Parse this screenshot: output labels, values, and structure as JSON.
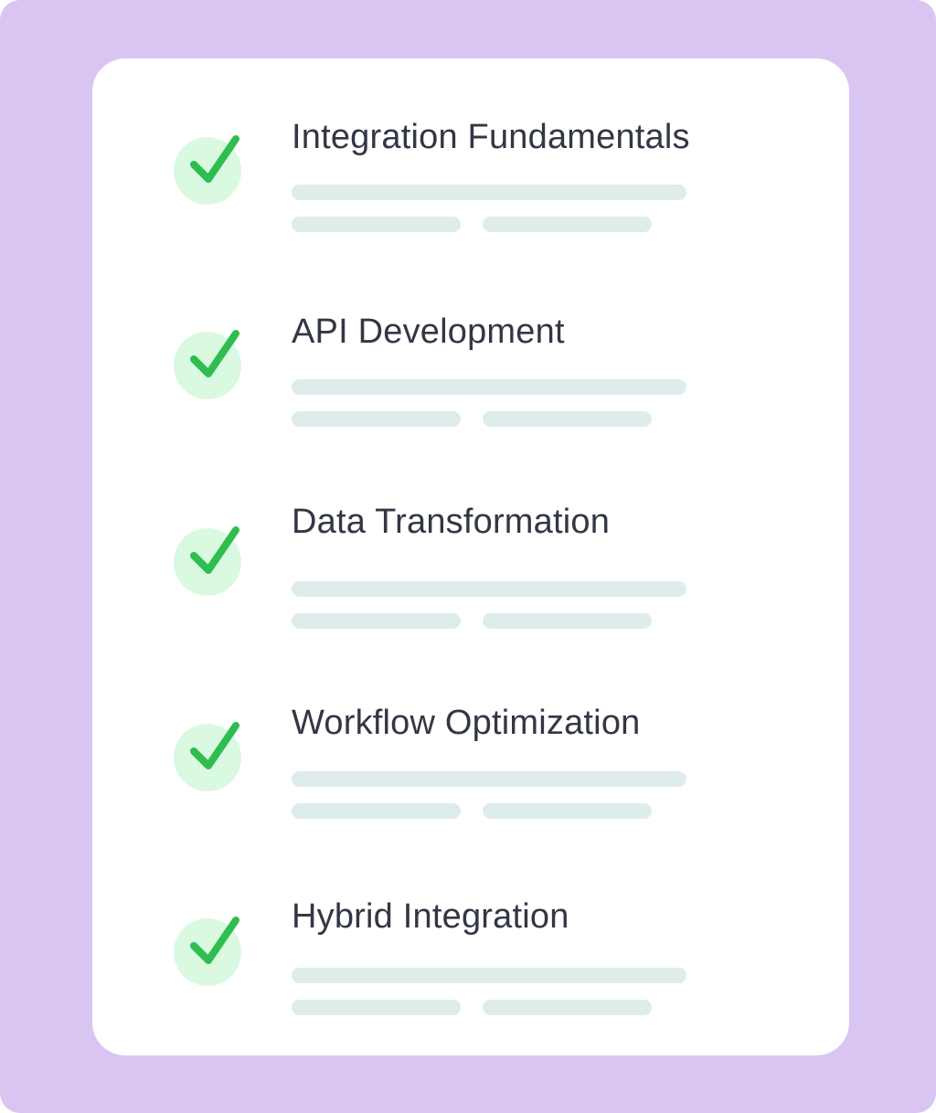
{
  "colors": {
    "frame": "#d9c5f2",
    "card": "#ffffff",
    "check_circle": "#d9f9e1",
    "check_mark": "#2ebd4e",
    "title_text": "#333645",
    "placeholder_bar": "#dfecec"
  },
  "items": [
    {
      "title": "Integration Fundamentals",
      "icon": "checkmark-icon"
    },
    {
      "title": "API Development",
      "icon": "checkmark-icon"
    },
    {
      "title": "Data Transformation",
      "icon": "checkmark-icon"
    },
    {
      "title": "Workflow Optimization",
      "icon": "checkmark-icon"
    },
    {
      "title": "Hybrid Integration",
      "icon": "checkmark-icon"
    }
  ]
}
